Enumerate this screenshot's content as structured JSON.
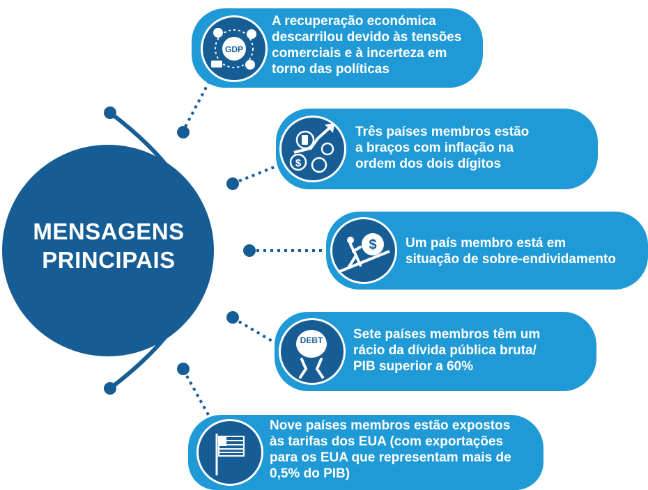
{
  "title": {
    "line1": "MENSAGENS",
    "line2": "PRINCIPAIS"
  },
  "colors": {
    "dark_blue": "#175d95",
    "light_blue": "#1f9ad6"
  },
  "messages": [
    {
      "icon": "gdp-globe-icon",
      "icon_label": "GDP",
      "lines": [
        "A recuperação económica",
        "descarrilou devido às tensões",
        "comerciais e à incerteza em",
        "torno das políticas"
      ]
    },
    {
      "icon": "inflation-icon",
      "lines": [
        "Três países membros estão",
        "a braços com inflação na",
        "ordem dos dois dígitos"
      ]
    },
    {
      "icon": "debt-uphill-icon",
      "lines": [
        "Um país membro está em",
        "situação de sobre-endividamento"
      ]
    },
    {
      "icon": "debt-burden-icon",
      "icon_label": "DEBT",
      "lines": [
        "Sete países membros têm um",
        "rácio da dívida pública bruta/",
        "PIB superior a 60%"
      ]
    },
    {
      "icon": "us-flag-icon",
      "lines": [
        "Nove países membros estão expostos",
        "às tarifas dos EUA (com exportações",
        "para os EUA que representam mais de",
        "0,5% do PIB)"
      ]
    }
  ]
}
